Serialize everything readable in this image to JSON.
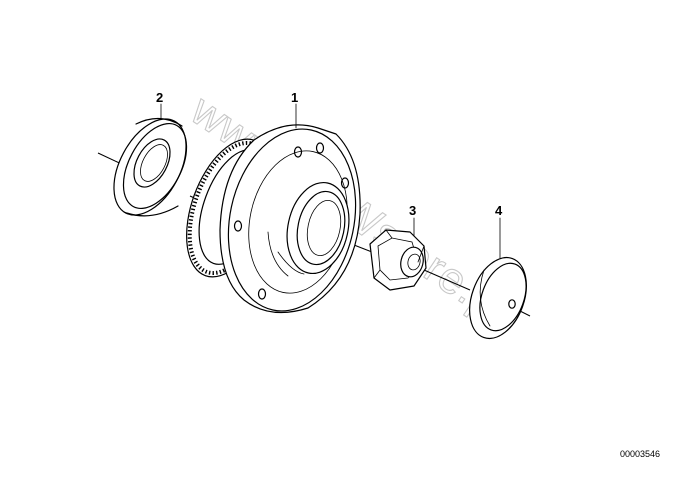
{
  "diagram": {
    "callouts": {
      "part_1": "1",
      "part_2": "2",
      "part_3": "3",
      "part_4": "4"
    },
    "watermark": "www.BMWstore.pl",
    "document_number": "00003546"
  }
}
